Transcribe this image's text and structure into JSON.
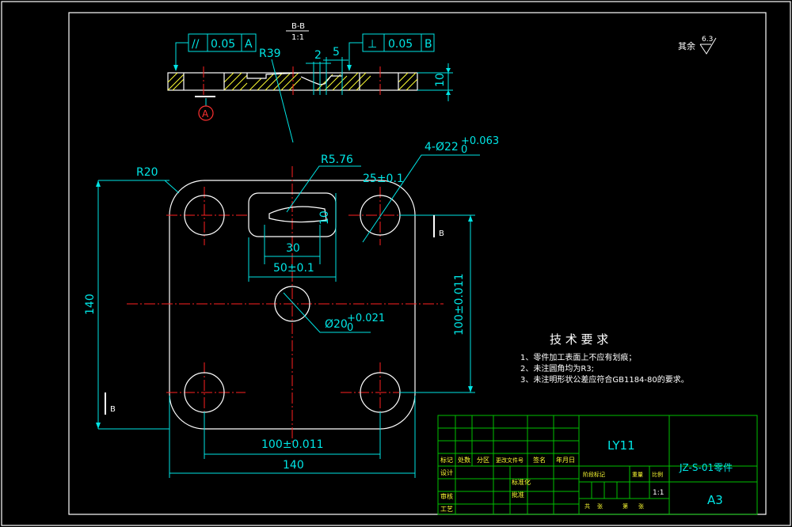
{
  "section_view": {
    "label_top": "B-B",
    "label_bottom": "1:1",
    "tol_left": {
      "symbol": "//",
      "value": "0.05",
      "datum": "A"
    },
    "tol_right": {
      "symbol": "⊥",
      "value": "0.05",
      "datum": "B"
    },
    "dim_r39": "R39",
    "dim_2": "2",
    "dim_5": "5",
    "dim_10": "10",
    "datum_a": "A"
  },
  "plan_view": {
    "dim_r20": "R20",
    "dim_r576": "R5.76",
    "dim_holes_main": "4-Ø22",
    "dim_holes_sup": "+0.063",
    "dim_holes_sub": "0",
    "dim_25": "25±0.1",
    "dim_10": "10",
    "dim_30": "30",
    "dim_50": "50±0.1",
    "dim_center_main": "Ø20",
    "dim_center_sup": "+0.021",
    "dim_center_sub": "0",
    "dim_140_v": "140",
    "dim_100_v": "100±0.011",
    "dim_100_h": "100±0.011",
    "dim_140_h": "140",
    "section_mark_right": "B",
    "section_mark_left": "B"
  },
  "roughness": {
    "prefix": "其余",
    "value": "6.3"
  },
  "tech_requirements": {
    "title": "技 术 要 求",
    "items": [
      "1、零件加工表面上不应有划痕；",
      "2、未注圆角均为R3;",
      "3、未注明形状公差应符合GB1184-80的要求。"
    ]
  },
  "title_block": {
    "material": "LY11",
    "drawing_no": "JZ-S-01零件",
    "sheet_size": "A3",
    "scale": "1:1",
    "row_labels": [
      "标记",
      "处数",
      "分区",
      "更改文件号",
      "签名",
      "年月日"
    ],
    "left_labels": [
      "设计",
      "审核",
      "工艺"
    ],
    "mid_labels": [
      "标准化",
      "批准"
    ],
    "stage_label": "阶段标记",
    "weight_label": "重量",
    "ratio_label": "比例",
    "sheet_labels": [
      "共",
      "张",
      "第",
      "张"
    ]
  }
}
